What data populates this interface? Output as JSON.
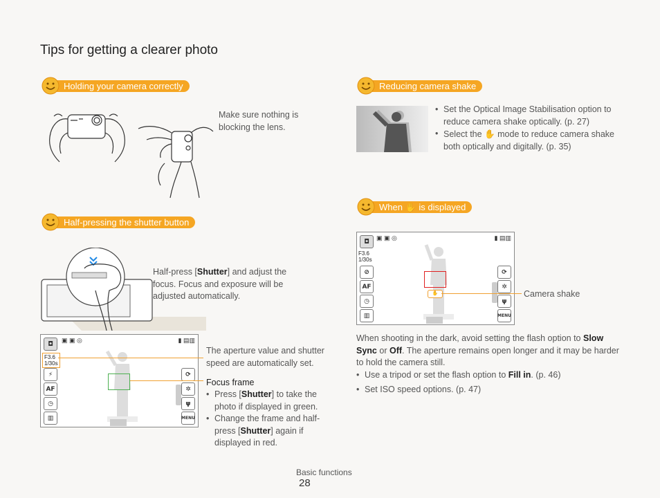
{
  "page": {
    "title": "Tips for getting a clearer photo",
    "footer_section": "Basic functions",
    "page_number": "28"
  },
  "holding": {
    "heading": "Holding your camera correctly",
    "note": "Make sure nothing is blocking the lens."
  },
  "half_press": {
    "heading": "Half-pressing the shutter button",
    "desc_1": "Half-press [",
    "desc_key": "Shutter",
    "desc_2": "] and adjust the focus. Focus and exposure will be adjusted automatically.",
    "aperture_note": "The aperture value and shutter speed are automatically set.",
    "focus_frame_label": "Focus frame",
    "bullet1_a": "Press [",
    "bullet1_key": "Shutter",
    "bullet1_b": "] to take the photo if displayed in green.",
    "bullet2_a": "Change the frame and half-press [",
    "bullet2_key": "Shutter",
    "bullet2_b": "] again if displayed in red.",
    "screen_aperture": "F3.6",
    "screen_shutter": "1/30s"
  },
  "shake": {
    "heading": "Reducing camera shake",
    "bullet1": "Set the Optical Image Stabilisation option to reduce camera shake optically. (p. 27)",
    "bullet2_a": "Select the",
    "bullet2_b": "mode to reduce camera shake both optically and digitally. (p. 35)"
  },
  "when_displayed": {
    "heading_a": "When",
    "heading_b": "is displayed",
    "callout": "Camera shake",
    "screen_aperture": "F3.6",
    "screen_shutter": "1/30s",
    "para_a": "When shooting in the dark, avoid setting the flash option to",
    "para_key1": "Slow Sync",
    "para_or": "or",
    "para_key2": "Off",
    "para_b": ". The aperture remains open longer and it may be harder to hold the camera still.",
    "bullet1_a": "Use a tripod or set the flash option to",
    "bullet1_key": "Fill in",
    "bullet1_b": ". (p. 46)",
    "bullet2": "Set ISO speed options. (p. 47)"
  },
  "icons": {
    "badge": "smiley-icon",
    "hand": "hand-shake-icon",
    "menu_label": "MENU",
    "af_label": "AF"
  },
  "colors": {
    "accent": "#f5a623",
    "focus_green": "#4caf50",
    "focus_red": "#e02020"
  }
}
